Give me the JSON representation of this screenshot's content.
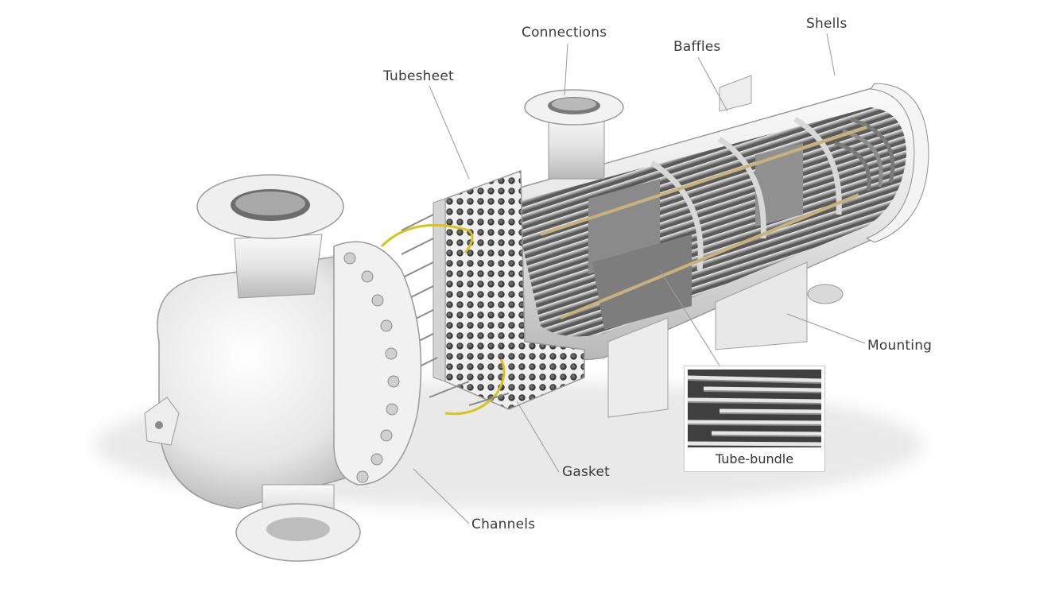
{
  "labels": {
    "tubesheet": "Tubesheet",
    "connections": "Connections",
    "baffles": "Baffles",
    "shells": "Shells",
    "mounting": "Mounting",
    "gasket": "Gasket",
    "channels": "Channels",
    "tube_bundle": "Tube-bundle"
  },
  "colors": {
    "steel_light": "#f2f2f2",
    "steel_mid": "#cfcfcf",
    "steel_dark": "#6e6e6e",
    "tube_dark": "#4a4a4a",
    "gasket_yellow": "#d9c21a",
    "rod_brass": "#c8b27a",
    "leader": "#9a9a9a"
  }
}
